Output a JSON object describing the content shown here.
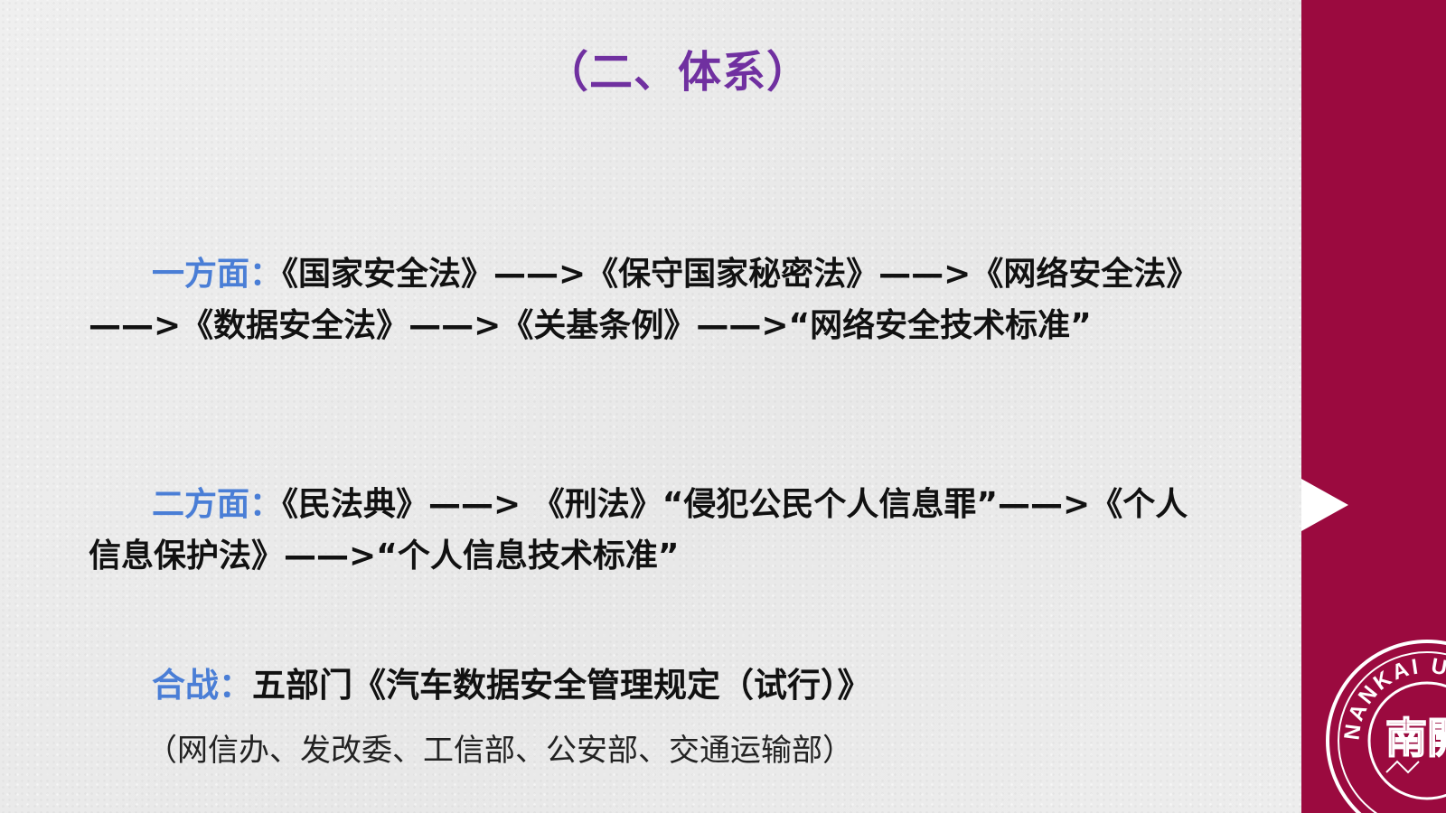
{
  "title": "（二、体系）",
  "section_1": {
    "lead": "一方面：",
    "text": "《国家安全法》——>《保守国家秘密法》——>《网络安全法》——>《数据安全法》——>《关基条例》——>“网络安全技术标准”"
  },
  "section_2": {
    "lead": "二方面：",
    "text": "《民法典》——> 《刑法》“侵犯公民个人信息罪”——>《个人信息保护法》——>“个人信息技术标准”"
  },
  "section_3": {
    "lead": "合战：",
    "text": "五部门《汽车数据安全管理规定（试行）》",
    "departments": "（网信办、发改委、工信部、公安部、交通运输部）"
  },
  "sidebar": {
    "seal_text": "NANKAI UNI",
    "seal_char": "南開",
    "background_color": "#9b0a3f"
  },
  "colors": {
    "title": "#7030a0",
    "lead": "#4a7ed6",
    "body": "#111111"
  }
}
